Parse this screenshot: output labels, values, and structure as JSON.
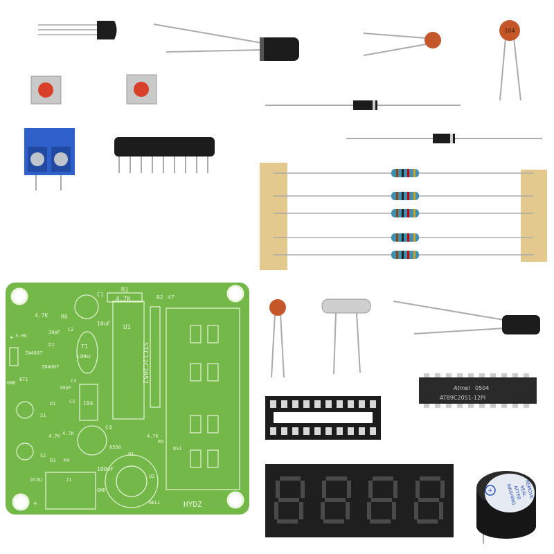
{
  "colors": {
    "pcb": "#74b84a",
    "silkscreen": "#e8f5d8",
    "terminal_block": "#2f5fc8",
    "tape": "#e4c98e",
    "ic_body": "#2a2a2a",
    "display_body": "#1f1f1f",
    "resistor_body": "#3f8fb0",
    "ceramic_cap": "#c4572a"
  },
  "components": {
    "ceramic_cap_label": "104",
    "chip": {
      "brand": "Atmel",
      "date_code": "0504",
      "part_number": "AT89C2051-12PI"
    },
    "buzzer_label": [
      "REMOVE",
      "SEAL",
      "AFTER",
      "WASHING"
    ]
  },
  "pcb": {
    "brand": "HYDZ",
    "mcu": "STC12C2052",
    "mcu_ref": "U1",
    "r1": "R1",
    "r1_value": "4.7K",
    "r2": "R2",
    "r2_value": "47",
    "r6": "R6",
    "r6_value": "4.7K",
    "c1": "C1",
    "c1_value": "10uF",
    "c2": "C2",
    "c2_value": "30pF",
    "c3": "C3",
    "c3_value": "30pF",
    "c4": "C4",
    "c4_value": "100uF",
    "c5": "C5",
    "c5_value": "104",
    "crystal": "T1",
    "crystal_value": "12MHz",
    "d1": "D1",
    "d2": "D2",
    "diode_value": "IN4007",
    "battery": "BT1",
    "battery_voltage": "3.0U",
    "gnd": "GND",
    "s1": "S1",
    "s2": "S2",
    "r3": "R3",
    "r4": "R4",
    "r3_value": "4.7K",
    "r4_value": "4.7K",
    "r5": "R5",
    "r5_value": "4.7K",
    "transistor": "Q1",
    "transistor_value": "8550",
    "power_jack": "J1",
    "power_label": "DC5U",
    "buzzer": "U2",
    "buzzer_label": "BELL",
    "display": "DS1",
    "plus": "+"
  }
}
